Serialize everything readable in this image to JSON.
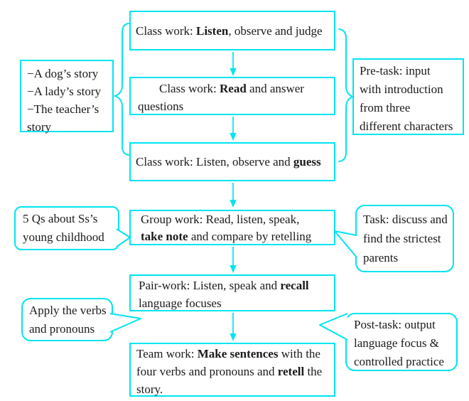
{
  "meta": {
    "background": "#ffffff",
    "accent_color": "#00e4f0",
    "text_color": "#1a1a1a"
  },
  "flow": {
    "box1": {
      "pre": "Class work: ",
      "bold": "Listen",
      "post": ", observe and judge"
    },
    "box2": {
      "l1_pre": "Class work: ",
      "l1_bold": "Read",
      "l1_post": " and answer",
      "l2": "questions"
    },
    "box3": {
      "pre": "Class work: Listen, observe and ",
      "bold": "guess"
    },
    "box4": {
      "l1": "Group work: Read, listen, speak,",
      "l2_bold": "take note",
      "l2_post": " and compare by retelling"
    },
    "box5": {
      "l1_pre": "Pair-work: Listen, speak and ",
      "l1_bold": "recall",
      "l2": "language focuses"
    },
    "box6": {
      "l1_pre": "Team work: ",
      "l1_bold": "Make sentences",
      "l1_post": " with the",
      "l2_pre": "four verbs and pronouns and ",
      "l2_bold": "retell",
      "l2_post": " the",
      "l3": "story."
    }
  },
  "left_annotations": {
    "stories_box": {
      "lines": [
        "−A dog’s story",
        "−A lady’s story",
        "−The teacher’s",
        "story"
      ]
    },
    "questions_bubble": {
      "lines": [
        "5 Qs about Ss’s",
        "young childhood"
      ]
    },
    "apply_bubble": {
      "lines": [
        "Apply the verbs",
        "and pronouns"
      ]
    }
  },
  "right_annotations": {
    "pretask_box": {
      "lines": [
        "Pre-task: input",
        "with introduction",
        "from three",
        "different characters"
      ]
    },
    "task_bubble": {
      "lines": [
        "Task: discuss and",
        "find the strictest",
        "parents"
      ]
    },
    "posttask_bubble": {
      "lines": [
        "Post-task: output",
        "language focus &",
        "controlled practice"
      ]
    }
  }
}
